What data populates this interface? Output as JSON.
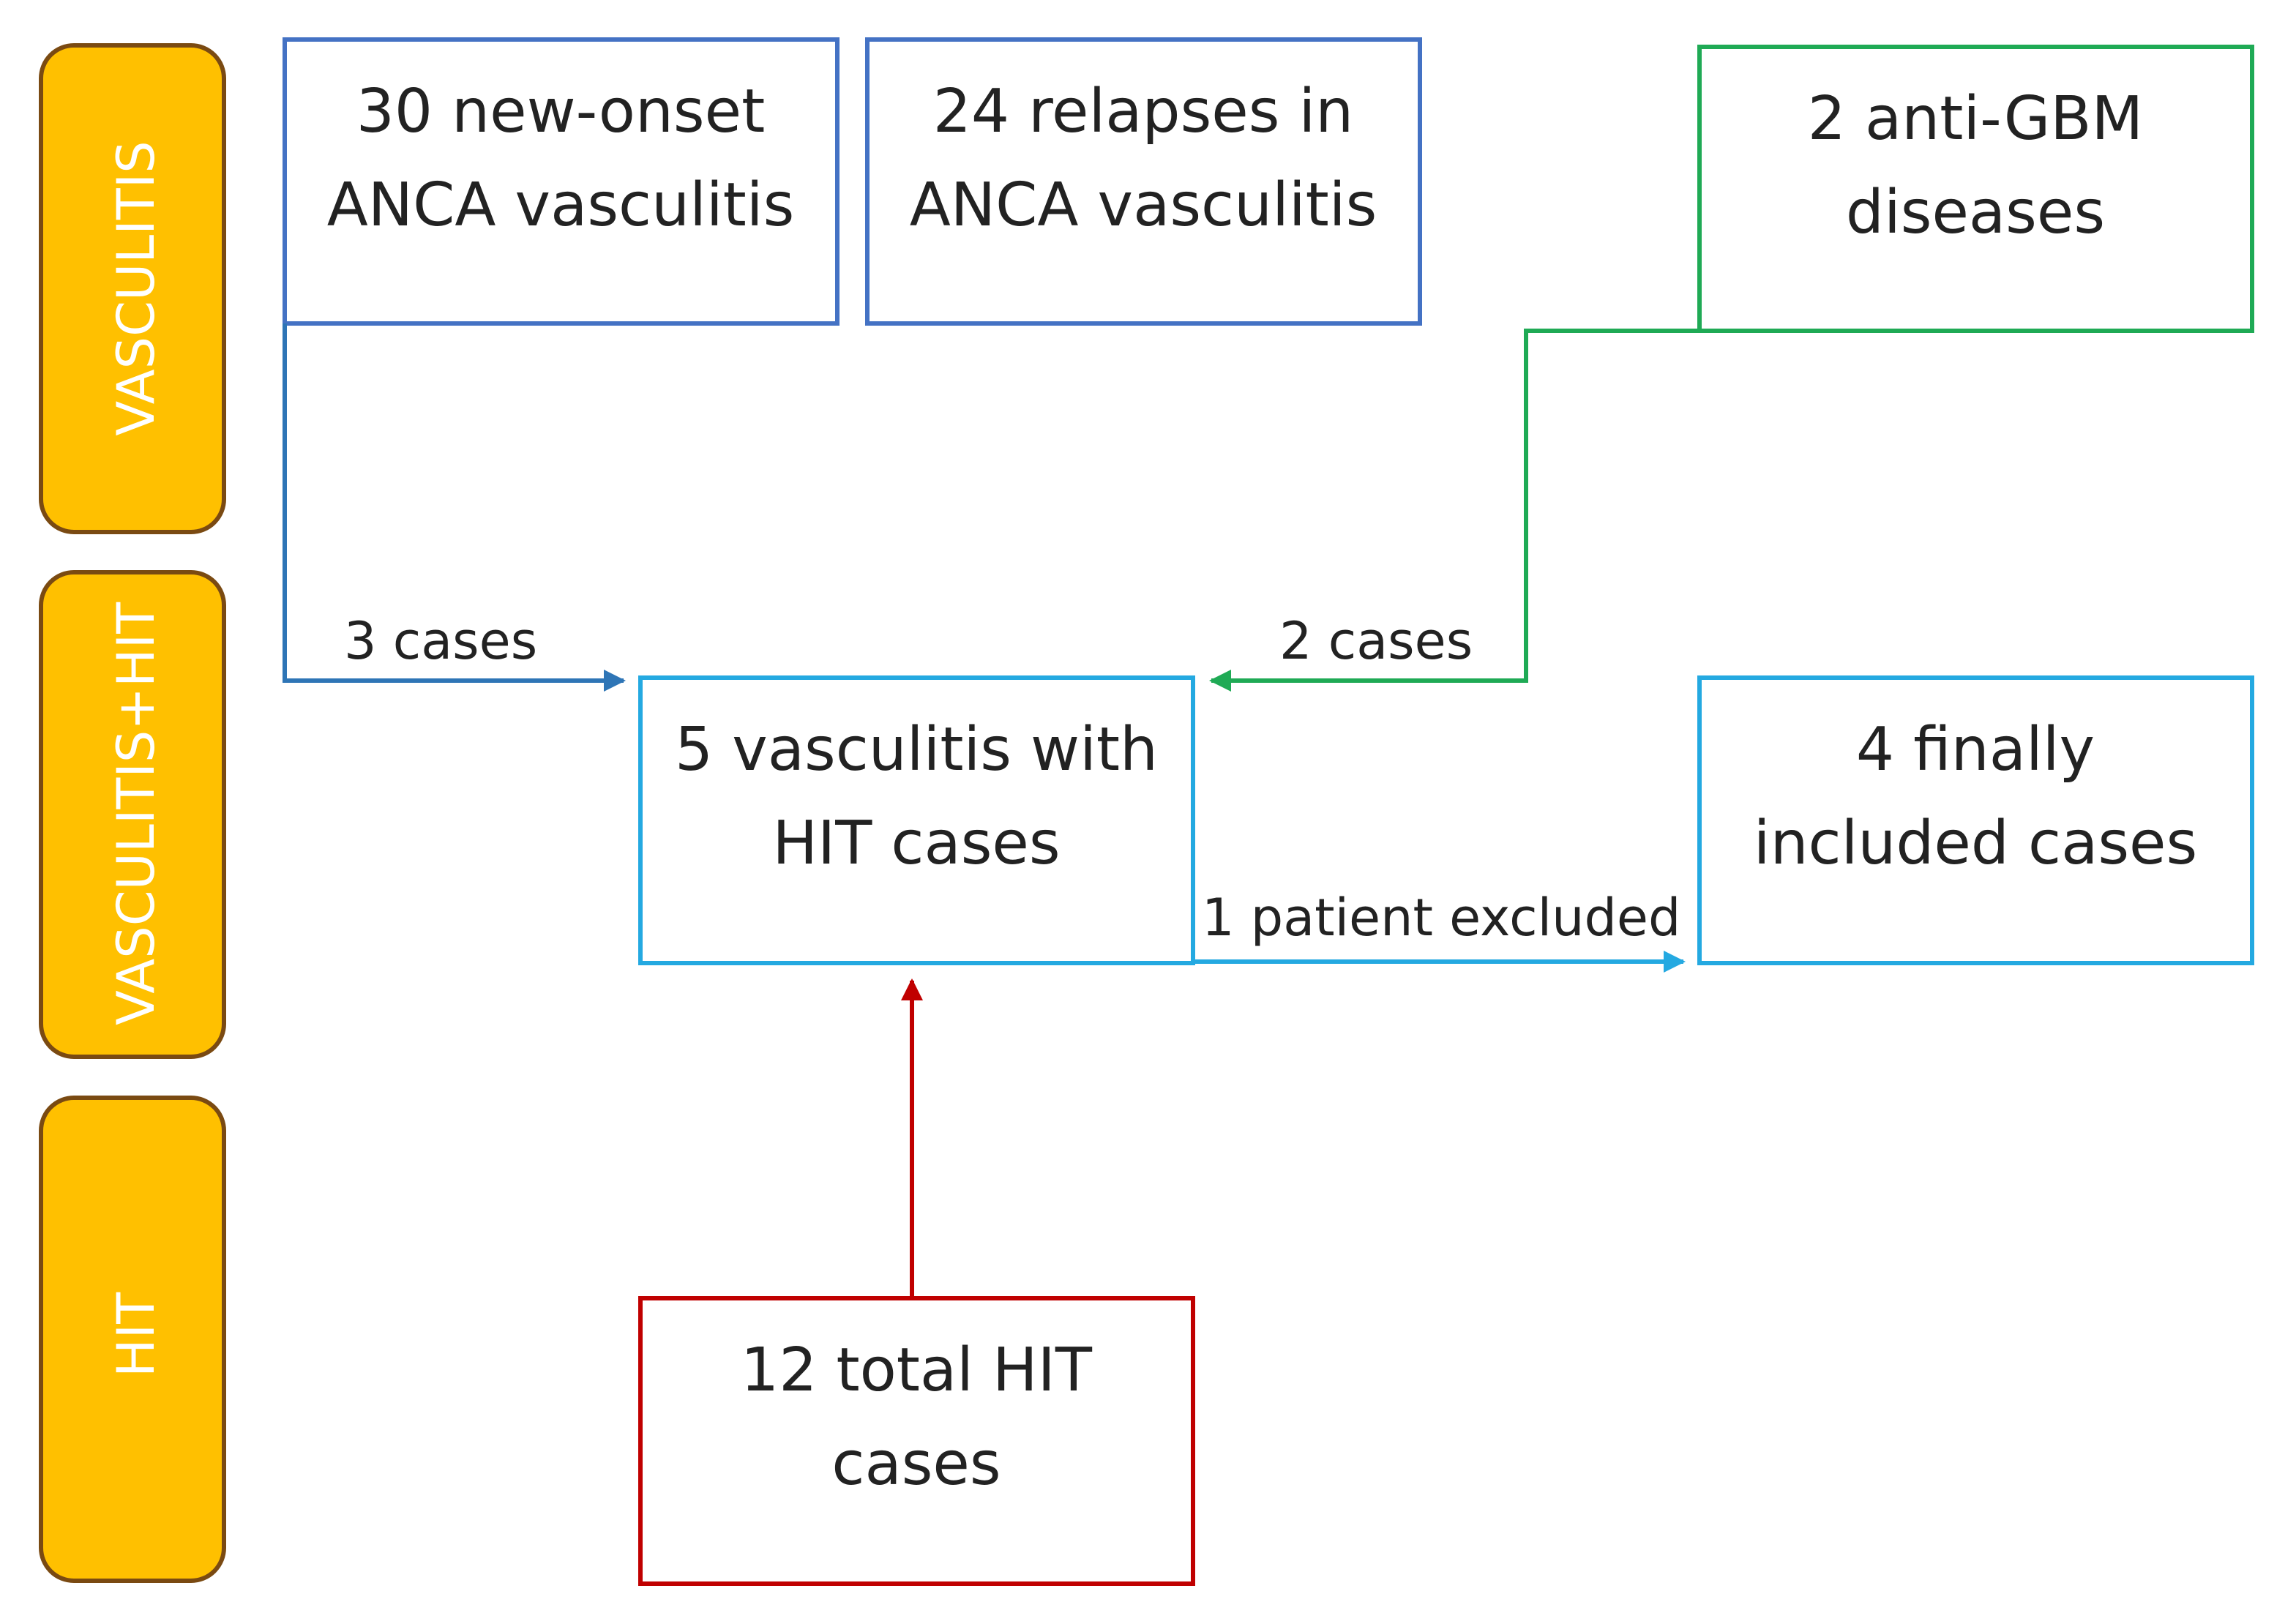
{
  "lanes": {
    "vasculitis": "VASCULITIS",
    "vasculitis_hit": "VASCULITIS+HIT",
    "hit": "HIT"
  },
  "boxes": {
    "new_onset": [
      "30 new-onset",
      "ANCA vasculitis"
    ],
    "relapses": [
      "24 relapses in",
      "ANCA vasculitis"
    ],
    "anti_gbm": [
      "2 anti-GBM",
      "diseases"
    ],
    "vasculitis_hit": [
      "5 vasculitis with",
      "HIT cases"
    ],
    "final": [
      "4 finally",
      "included cases"
    ],
    "total_hit": [
      "12 total HIT",
      "cases"
    ]
  },
  "edges": {
    "from_anca": "3 cases",
    "from_gbm": "2 cases",
    "excluded": "1 patient excluded"
  },
  "colors": {
    "lane_fill": "#FFC000",
    "lane_border": "#7A4A12",
    "anca_blue": "#4472C4",
    "anca_arrow": "#2E75B6",
    "gbm_green": "#1FAA55",
    "hit_cyan": "#24A9E1",
    "hit_red": "#C00000"
  }
}
